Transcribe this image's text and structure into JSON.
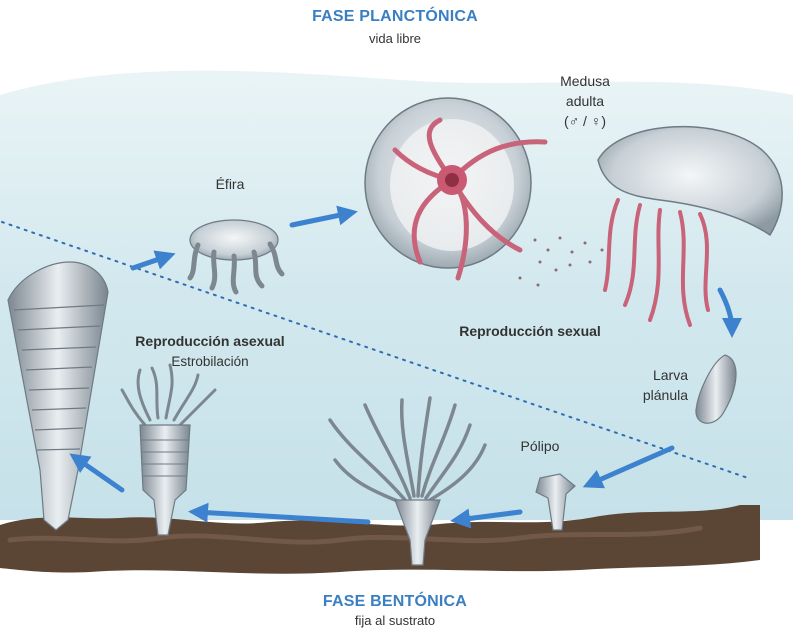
{
  "phases": {
    "planktonic": {
      "title": "FASE PLANCTÓNICA",
      "subtitle": "vida libre"
    },
    "benthic": {
      "title": "FASE BENTÓNICA",
      "subtitle": "fija al sustrato"
    }
  },
  "stages": {
    "adult": {
      "line1": "Medusa",
      "line2": "adulta",
      "line3": "(♂ / ♀)"
    },
    "ephyra": {
      "label": "Éfira"
    },
    "larva": {
      "line1": "Larva",
      "line2": "plánula"
    },
    "polyp": {
      "label": "Pólipo"
    }
  },
  "reproduction": {
    "sexual": {
      "title": "Reproducción sexual"
    },
    "asexual": {
      "title": "Reproducción asexual",
      "subtitle": "Estrobilación"
    }
  },
  "colors": {
    "title_blue": "#3a7fc1",
    "arrow_blue": "#3d82cf",
    "water": "#d7ebef",
    "seabed": "#5b4535",
    "tentacle_pink": "#c9637a"
  }
}
